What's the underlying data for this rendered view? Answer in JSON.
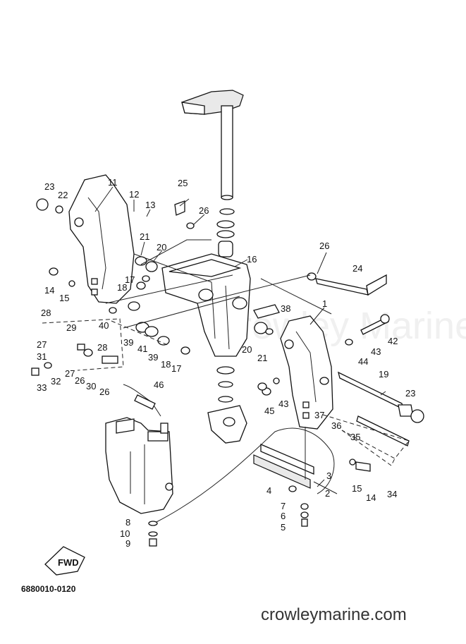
{
  "diagram": {
    "catalog_number": "6880010-0120",
    "website": "crowleymarine.com",
    "watermark": "Crowley Marine",
    "fwd_label": "FWD",
    "callouts": [
      {
        "id": "c1",
        "label": "1"
      },
      {
        "id": "c2",
        "label": "2"
      },
      {
        "id": "c3",
        "label": "3"
      },
      {
        "id": "c4",
        "label": "4"
      },
      {
        "id": "c5",
        "label": "5"
      },
      {
        "id": "c6",
        "label": "6"
      },
      {
        "id": "c7",
        "label": "7"
      },
      {
        "id": "c8",
        "label": "8"
      },
      {
        "id": "c9",
        "label": "9"
      },
      {
        "id": "c10",
        "label": "10"
      },
      {
        "id": "c11",
        "label": "11"
      },
      {
        "id": "c12",
        "label": "12"
      },
      {
        "id": "c13",
        "label": "13"
      },
      {
        "id": "c14a",
        "label": "14"
      },
      {
        "id": "c14b",
        "label": "14"
      },
      {
        "id": "c15a",
        "label": "15"
      },
      {
        "id": "c15b",
        "label": "15"
      },
      {
        "id": "c16",
        "label": "16"
      },
      {
        "id": "c17a",
        "label": "17"
      },
      {
        "id": "c17b",
        "label": "17"
      },
      {
        "id": "c18a",
        "label": "18"
      },
      {
        "id": "c18b",
        "label": "18"
      },
      {
        "id": "c19",
        "label": "19"
      },
      {
        "id": "c20a",
        "label": "20"
      },
      {
        "id": "c20b",
        "label": "20"
      },
      {
        "id": "c21a",
        "label": "21"
      },
      {
        "id": "c21b",
        "label": "21"
      },
      {
        "id": "c22",
        "label": "22"
      },
      {
        "id": "c23a",
        "label": "23"
      },
      {
        "id": "c23b",
        "label": "23"
      },
      {
        "id": "c24",
        "label": "24"
      },
      {
        "id": "c25",
        "label": "25"
      },
      {
        "id": "c26a",
        "label": "26"
      },
      {
        "id": "c26b",
        "label": "26"
      },
      {
        "id": "c26c",
        "label": "26"
      },
      {
        "id": "c26d",
        "label": "26"
      },
      {
        "id": "c27a",
        "label": "27"
      },
      {
        "id": "c27b",
        "label": "27"
      },
      {
        "id": "c28a",
        "label": "28"
      },
      {
        "id": "c28b",
        "label": "28"
      },
      {
        "id": "c29",
        "label": "29"
      },
      {
        "id": "c30",
        "label": "30"
      },
      {
        "id": "c31",
        "label": "31"
      },
      {
        "id": "c32",
        "label": "32"
      },
      {
        "id": "c33",
        "label": "33"
      },
      {
        "id": "c34",
        "label": "34"
      },
      {
        "id": "c35",
        "label": "35"
      },
      {
        "id": "c36",
        "label": "36"
      },
      {
        "id": "c37",
        "label": "37"
      },
      {
        "id": "c38",
        "label": "38"
      },
      {
        "id": "c39a",
        "label": "39"
      },
      {
        "id": "c39b",
        "label": "39"
      },
      {
        "id": "c40",
        "label": "40"
      },
      {
        "id": "c41",
        "label": "41"
      },
      {
        "id": "c42",
        "label": "42"
      },
      {
        "id": "c43a",
        "label": "43"
      },
      {
        "id": "c43b",
        "label": "43"
      },
      {
        "id": "c44",
        "label": "44"
      },
      {
        "id": "c45",
        "label": "45"
      },
      {
        "id": "c46",
        "label": "46"
      }
    ]
  }
}
